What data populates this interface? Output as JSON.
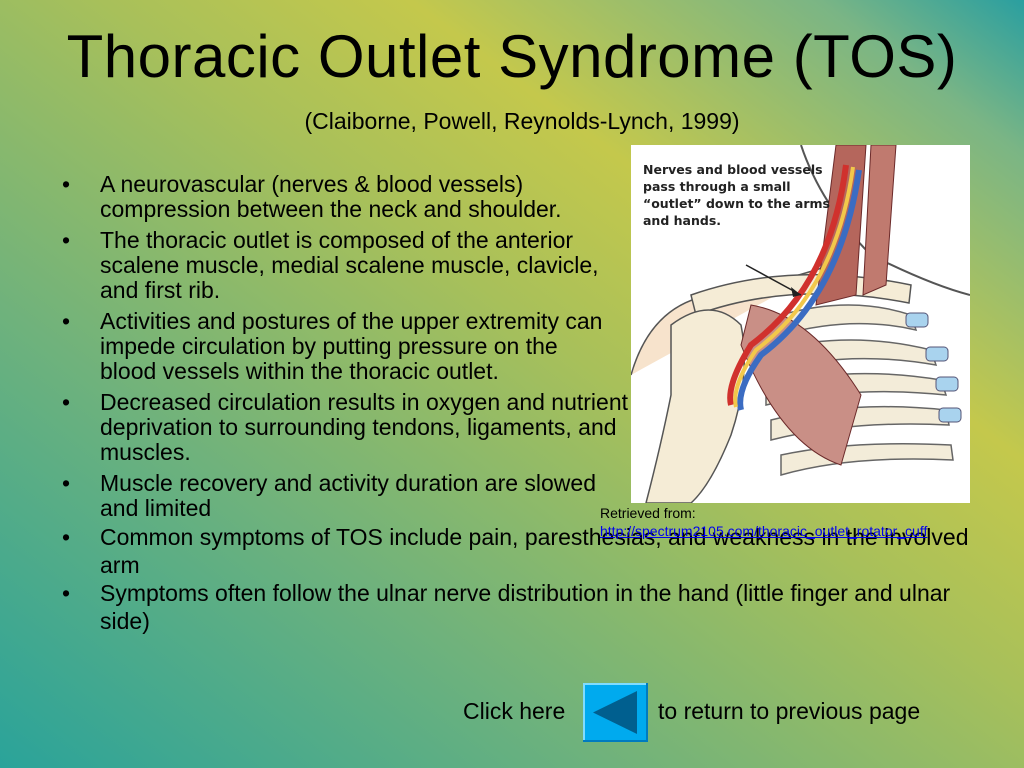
{
  "title": "Thoracic Outlet Syndrome (TOS)",
  "subtitle": "(Claiborne, Powell, Reynolds-Lynch, 1999)",
  "bullets": [
    "A neurovascular (nerves & blood vessels) compression between the neck and shoulder.",
    "The thoracic outlet is composed of the anterior scalene muscle, medial scalene muscle, clavicle, and first rib.",
    "Activities and postures of the upper extremity can impede circulation by putting pressure on the blood vessels within the thoracic outlet.",
    "Decreased circulation results in oxygen and nutrient deprivation to surrounding tendons, ligaments, and muscles.",
    "Muscle recovery and activity duration are slowed and limited",
    "Common symptoms of TOS include pain, paresthesias, and weakness in the involved arm",
    "Symptoms often follow the ulnar nerve distribution in the hand (little finger and ulnar side)"
  ],
  "figure": {
    "caption": "Nerves and blood vessels pass through a small “outlet” down to the arms and hands."
  },
  "source": {
    "label": "Retrieved from:",
    "url": "http://spectrum2105.com/thoracic_outlet_rotator_cuff"
  },
  "nav": {
    "before": "Click here",
    "after": "to return to previous page",
    "button_icon": "back-triangle-icon"
  }
}
